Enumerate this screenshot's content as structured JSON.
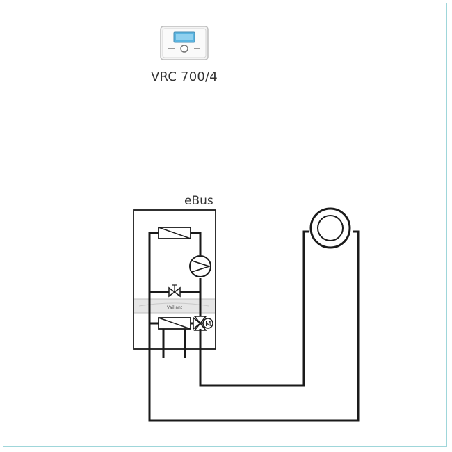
{
  "controller": {
    "name": "VRC 700/4",
    "icon": "thermostat-controller-icon"
  },
  "boiler": {
    "bus_label": "eBus",
    "brand_mark": "Vaillant"
  },
  "components": [
    {
      "name": "heat-exchanger-icon"
    },
    {
      "name": "circulation-pump-icon"
    },
    {
      "name": "expansion-valve-icon"
    },
    {
      "name": "plate-heat-exchanger-icon"
    },
    {
      "name": "motorized-three-way-valve-icon"
    },
    {
      "name": "radiator-circuit-icon"
    }
  ],
  "colors": {
    "frame_border": "#9fd6da",
    "pipe": "#1a1a1a",
    "device_body": "#f2f2f2",
    "screen": "#5ab4e0"
  }
}
